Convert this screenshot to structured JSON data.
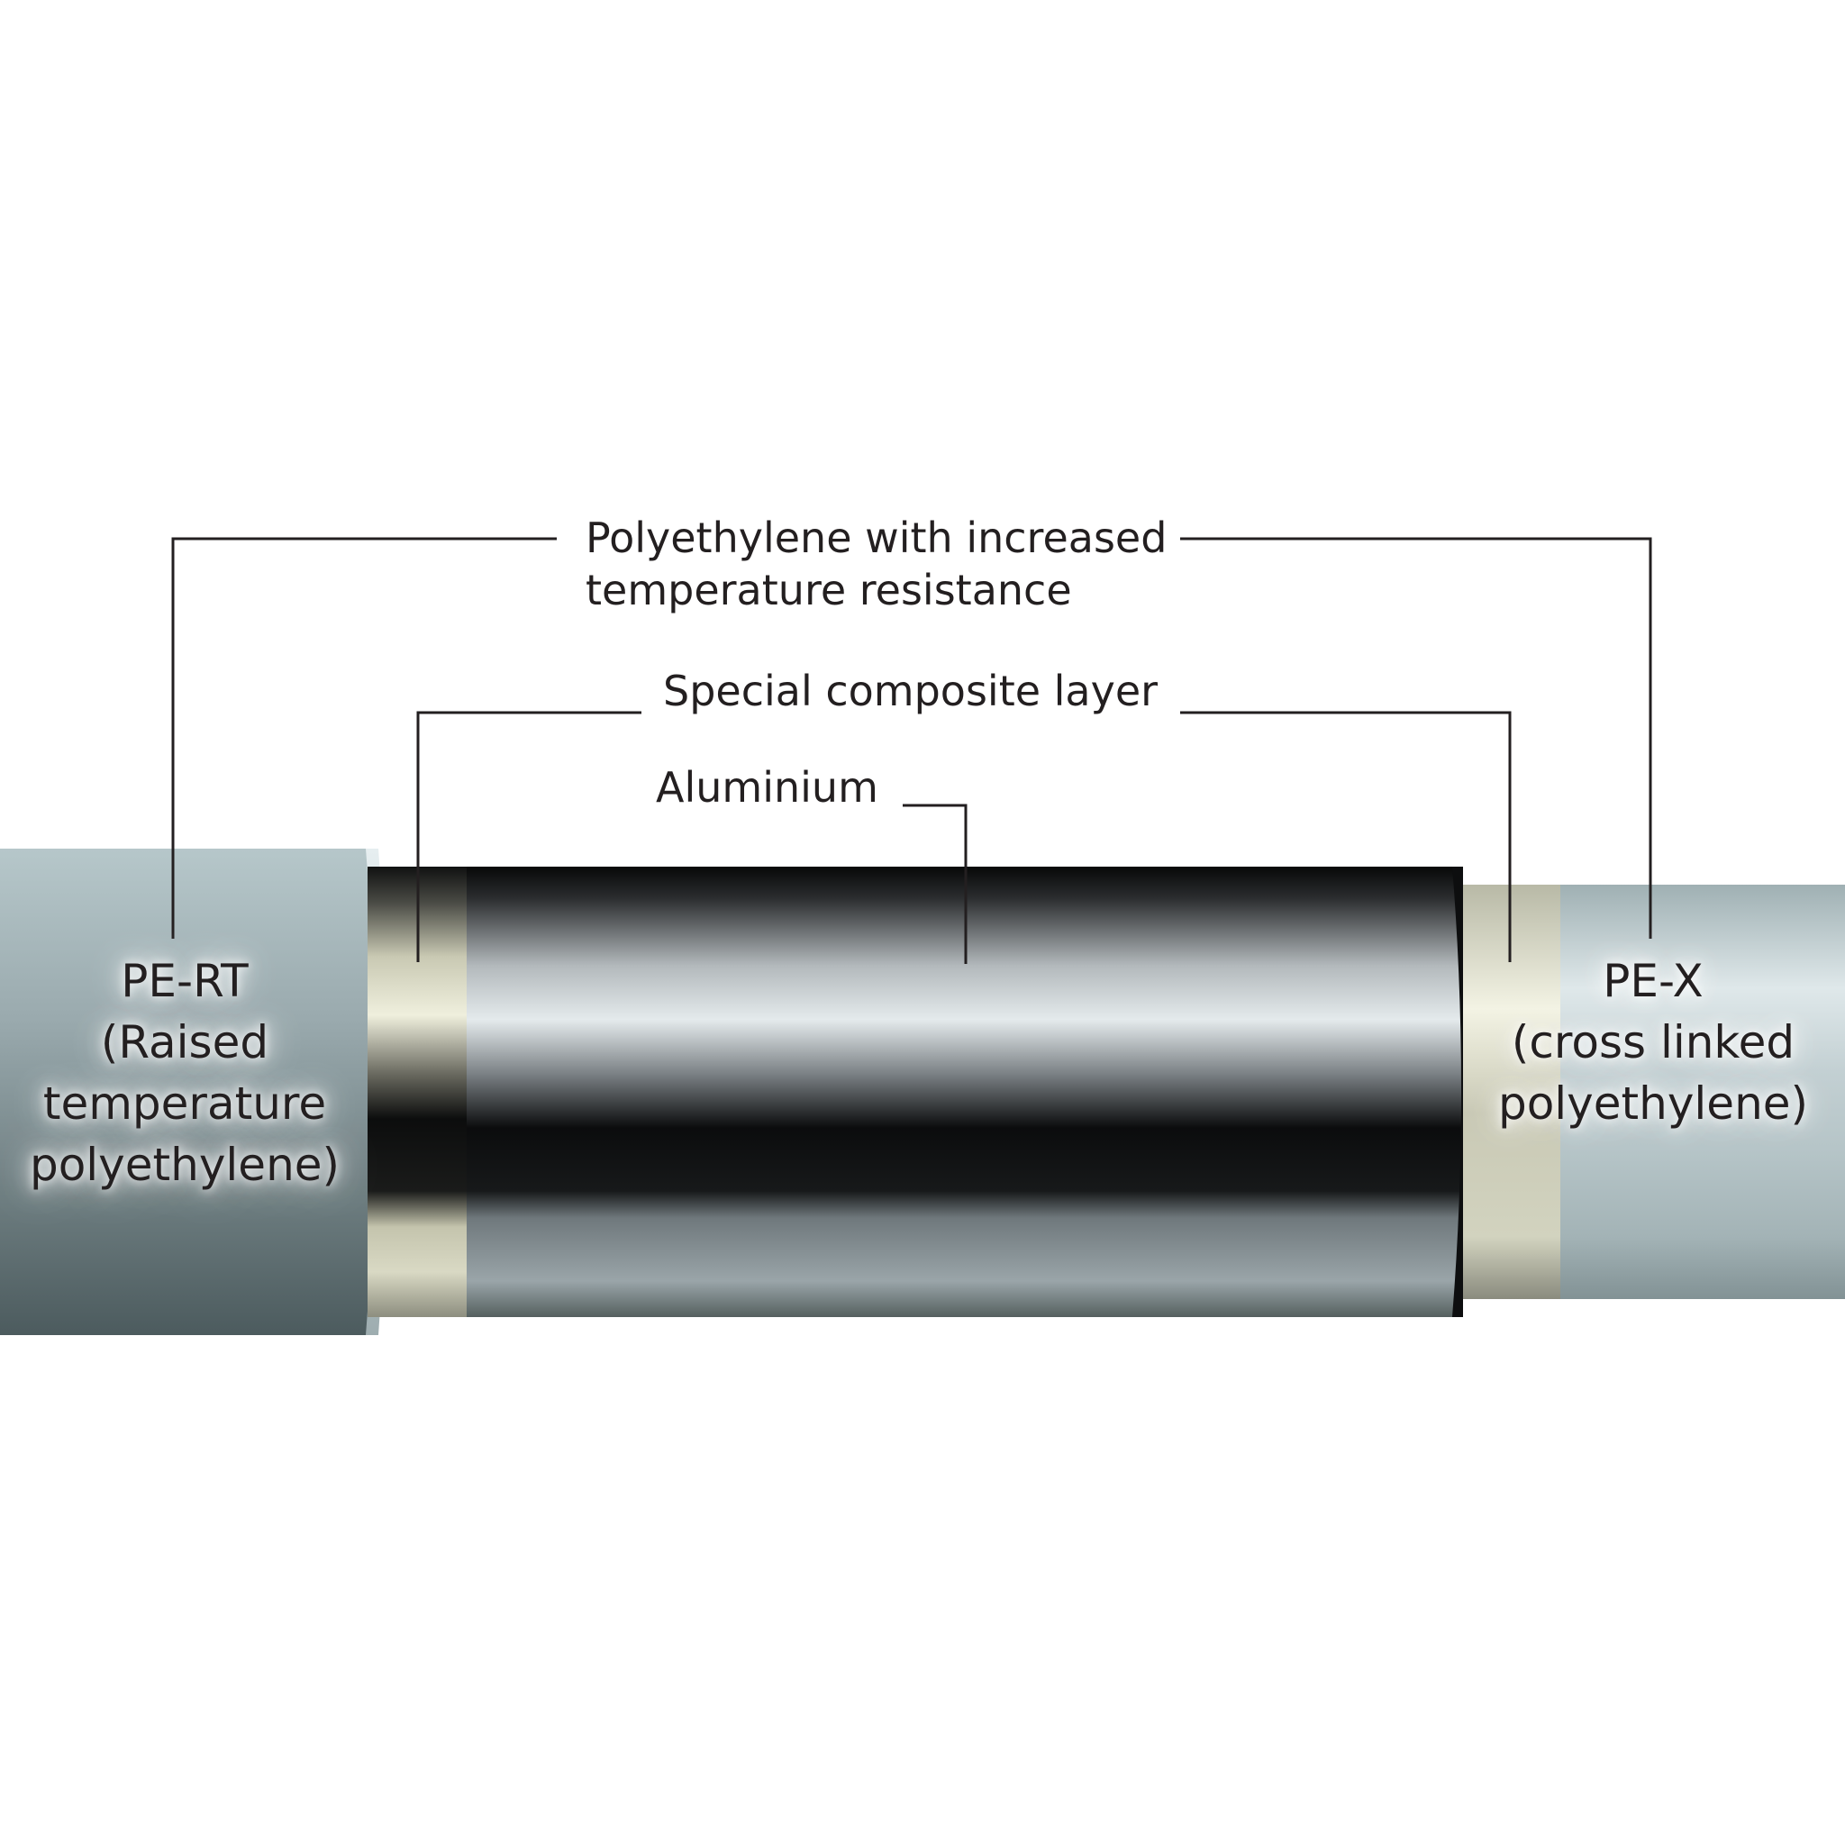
{
  "labels": {
    "polyethylene": {
      "line1": "Polyethylene with increased",
      "line2": "temperature resistance"
    },
    "composite": "Special composite layer",
    "aluminium": "Aluminium",
    "pe_rt": {
      "line1": "PE-RT",
      "line2": "(Raised",
      "line3": "temperature",
      "line4": "polyethylene)"
    },
    "pe_x": {
      "line1": "PE-X",
      "line2": "(cross linked",
      "line3": "polyethylene)"
    }
  },
  "colors": {
    "outer_pipe": "#8fa0a3",
    "composite_band": "#d8d8c0",
    "aluminium_core": "#0a0b0c",
    "inner_pipe": "#a9b8bb",
    "leader_lines": "#231f20"
  }
}
